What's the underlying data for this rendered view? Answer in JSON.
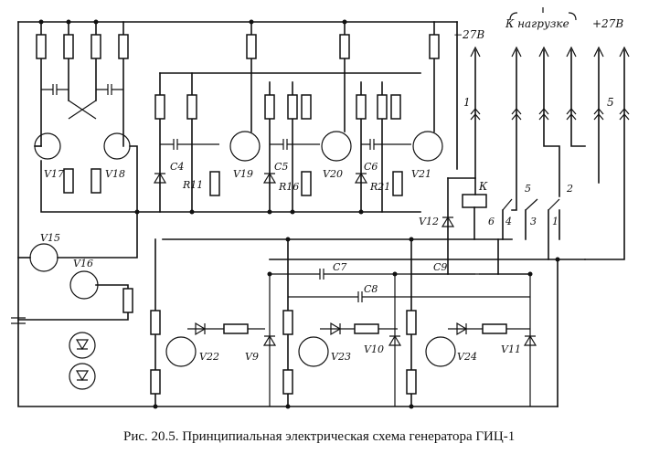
{
  "caption": "Рис. 20.5. Принципиальная электрическая схема генератора ГИЦ-1",
  "terminals": {
    "minus27": "−27В",
    "load": "К нагрузке",
    "plus27": "+27В",
    "pin1": "1",
    "pin5": "5"
  },
  "relay": {
    "name": "К",
    "c1": "1",
    "c2": "2",
    "c3": "3",
    "c4": "4",
    "c5": "5",
    "c6": "6"
  },
  "components": {
    "V15": "V15",
    "V16": "V16",
    "V17": "V17",
    "V18": "V18",
    "V19": "V19",
    "V20": "V20",
    "V21": "V21",
    "V22": "V22",
    "V23": "V23",
    "V24": "V24",
    "V9": "V9",
    "V10": "V10",
    "V11": "V11",
    "V12": "V12",
    "C4": "C4",
    "C5": "C5",
    "C6": "C6",
    "C7": "C7",
    "C8": "C8",
    "C9": "C9",
    "R11": "R11",
    "R16": "R16",
    "R21": "R21"
  }
}
